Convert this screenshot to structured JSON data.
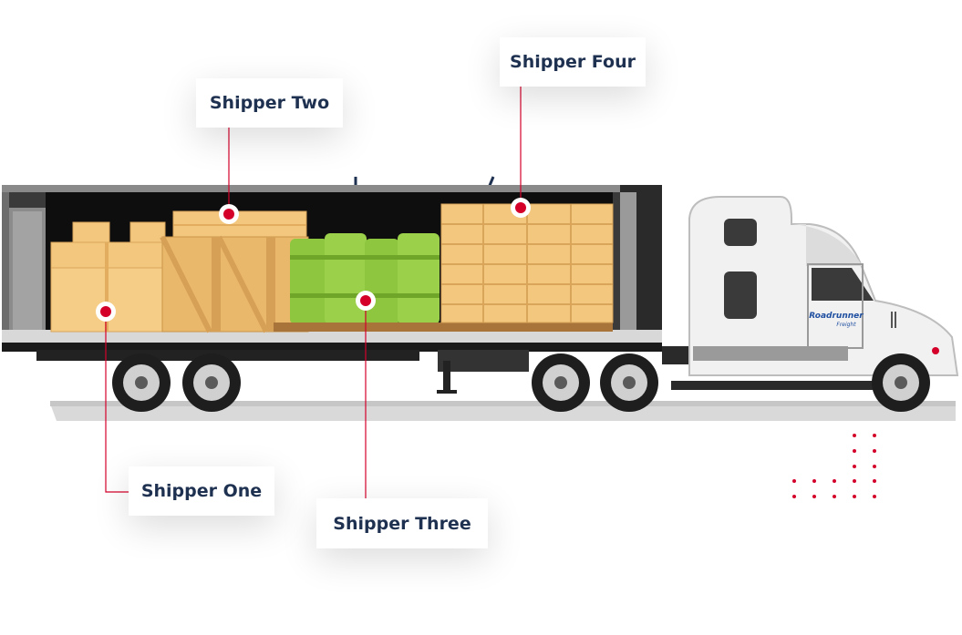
{
  "labels": {
    "shipper_one": "Shipper One",
    "shipper_two": "Shipper Two",
    "shipper_three": "Shipper Three",
    "shipper_four": "Shipper Four"
  },
  "truck": {
    "logo_text": "Roadrunner",
    "logo_subtext": "Freight"
  },
  "colors": {
    "accent_red": "#d4002a",
    "label_text": "#1f3150",
    "box_tan": "#f3c77e",
    "box_tan_dark": "#e2ad5e",
    "barrel_green": "#8fc63f",
    "barrel_green_dark": "#6fa62a",
    "truck_white": "#f1f1f1",
    "trailer_dark": "#262626"
  }
}
